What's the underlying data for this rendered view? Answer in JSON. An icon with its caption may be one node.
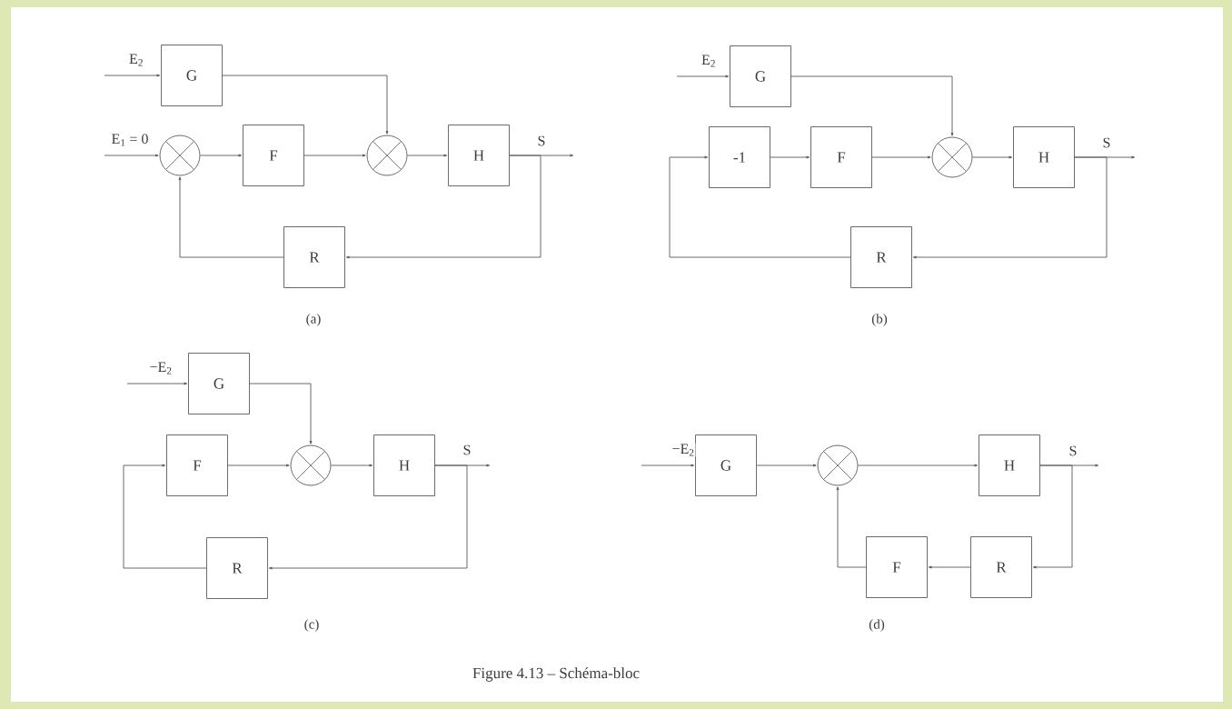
{
  "diagram": {
    "caption": "Figure 4.13 – Schéma-bloc",
    "nodes": [
      {
        "text": [
          "G"
        ]
      },
      {
        "text": [],
        "shape": "circle"
      },
      {
        "text": [
          "F"
        ]
      },
      {
        "text": [],
        "shape": "circle"
      },
      {
        "text": [
          "H"
        ]
      },
      {
        "text": [
          "R"
        ]
      },
      {
        "text": [
          "G"
        ]
      },
      {
        "text": [
          "-1"
        ]
      },
      {
        "text": [
          "F"
        ]
      },
      {
        "text": [],
        "shape": "circle"
      },
      {
        "text": [
          "H"
        ]
      },
      {
        "text": [
          "R"
        ]
      },
      {
        "text": [
          "G"
        ]
      },
      {
        "text": [
          "F"
        ]
      },
      {
        "text": [],
        "shape": "circle"
      },
      {
        "text": [
          "H"
        ]
      },
      {
        "text": [
          "R"
        ]
      },
      {
        "text": [
          "G"
        ]
      },
      {
        "text": [],
        "shape": "circle"
      },
      {
        "text": [
          "H"
        ]
      },
      {
        "text": [
          "F"
        ]
      },
      {
        "text": [
          "R"
        ]
      }
    ],
    "edges": [
      {
        "from": null,
        "to": 0,
        "arrow": "to",
        "label": "E$_{2}$"
      },
      {
        "from": null,
        "to": 1,
        "arrow": "to",
        "label": "E$_{1}$ = 0"
      },
      {
        "from": 0,
        "to": 3,
        "arrow": "to"
      },
      {
        "from": 1,
        "to": 2,
        "arrow": "to"
      },
      {
        "from": 2,
        "to": 3,
        "arrow": "to"
      },
      {
        "from": 3,
        "to": 4,
        "arrow": "to"
      },
      {
        "from": 4,
        "to": null,
        "arrow": "to",
        "label": "S"
      },
      {
        "from": 4,
        "to": 5,
        "arrow": "to"
      },
      {
        "from": 5,
        "to": 1,
        "arrow": "to"
      },
      {
        "from": null,
        "to": 6,
        "arrow": "to",
        "label": "E$_{2}$"
      },
      {
        "from": 6,
        "to": 9,
        "arrow": "to"
      },
      {
        "from": 7,
        "to": 8,
        "arrow": "to"
      },
      {
        "from": 8,
        "to": 9,
        "arrow": "to"
      },
      {
        "from": 9,
        "to": 10,
        "arrow": "to"
      },
      {
        "from": 10,
        "to": null,
        "arrow": "to",
        "label": "S"
      },
      {
        "from": 10,
        "to": 11,
        "arrow": "to"
      },
      {
        "from": 11,
        "to": 7,
        "arrow": "to"
      },
      {
        "from": null,
        "to": 12,
        "arrow": "to",
        "label": "−E$_{2}$"
      },
      {
        "from": 12,
        "to": 14,
        "arrow": "to"
      },
      {
        "from": 13,
        "to": 14,
        "arrow": "to"
      },
      {
        "from": 14,
        "to": 15,
        "arrow": "to"
      },
      {
        "from": 15,
        "to": null,
        "arrow": "to",
        "label": "S"
      },
      {
        "from": 15,
        "to": 16,
        "arrow": "to"
      },
      {
        "from": 16,
        "to": 13,
        "arrow": "to"
      },
      {
        "from": null,
        "to": 17,
        "arrow": "to",
        "label": "−E$_{2}$"
      },
      {
        "from": 17,
        "to": 18,
        "arrow": "to"
      },
      {
        "from": 18,
        "to": 19,
        "arrow": "to"
      },
      {
        "from": 19,
        "to": null,
        "arrow": "to",
        "label": "S"
      },
      {
        "from": 19,
        "to": 21,
        "arrow": "to"
      },
      {
        "from": 21,
        "to": 20,
        "arrow": "to"
      },
      {
        "from": 20,
        "to": 18,
        "arrow": "to"
      }
    ],
    "labels": [
      "(a)",
      "(b)",
      "(c)",
      "(d)"
    ]
  }
}
